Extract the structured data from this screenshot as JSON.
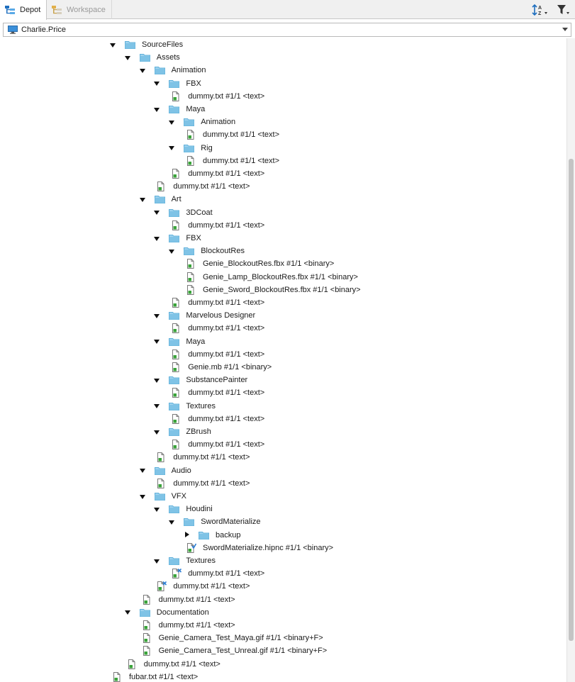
{
  "tabs": [
    {
      "label": "Depot",
      "active": true
    },
    {
      "label": "Workspace",
      "active": false
    }
  ],
  "toolbar": {
    "sort_icon": "sort-az-icon",
    "filter_icon": "filter-icon"
  },
  "workspace_selector": {
    "value": "Charlie.Price"
  },
  "colors": {
    "folder": "#7fc3e6",
    "file_badge": "#3aa33a",
    "checkout": "#2a7dd6"
  },
  "tree": [
    {
      "label": "SourceFiles",
      "level": 0,
      "type": "folder",
      "expand": "open"
    },
    {
      "label": "Assets",
      "level": 1,
      "type": "folder",
      "expand": "open"
    },
    {
      "label": "Animation",
      "level": 2,
      "type": "folder",
      "expand": "open"
    },
    {
      "label": "FBX",
      "level": 3,
      "type": "folder",
      "expand": "open"
    },
    {
      "label": "dummy.txt #1/1 <text>",
      "level": 4,
      "type": "file",
      "status": "normal"
    },
    {
      "label": "Maya",
      "level": 3,
      "type": "folder",
      "expand": "open"
    },
    {
      "label": "Animation",
      "level": 4,
      "type": "folder",
      "expand": "open"
    },
    {
      "label": "dummy.txt #1/1 <text>",
      "level": 5,
      "type": "file",
      "status": "normal"
    },
    {
      "label": "Rig",
      "level": 4,
      "type": "folder",
      "expand": "open"
    },
    {
      "label": "dummy.txt #1/1 <text>",
      "level": 5,
      "type": "file",
      "status": "normal"
    },
    {
      "label": "dummy.txt #1/1 <text>",
      "level": 4,
      "type": "file",
      "status": "normal"
    },
    {
      "label": "dummy.txt #1/1 <text>",
      "level": 3,
      "type": "file",
      "status": "normal"
    },
    {
      "label": "Art",
      "level": 2,
      "type": "folder",
      "expand": "open"
    },
    {
      "label": "3DCoat",
      "level": 3,
      "type": "folder",
      "expand": "open"
    },
    {
      "label": "dummy.txt #1/1 <text>",
      "level": 4,
      "type": "file",
      "status": "normal"
    },
    {
      "label": "FBX",
      "level": 3,
      "type": "folder",
      "expand": "open"
    },
    {
      "label": "BlockoutRes",
      "level": 4,
      "type": "folder",
      "expand": "open"
    },
    {
      "label": "Genie_BlockoutRes.fbx #1/1 <binary>",
      "level": 5,
      "type": "file",
      "status": "normal"
    },
    {
      "label": "Genie_Lamp_BlockoutRes.fbx #1/1 <binary>",
      "level": 5,
      "type": "file",
      "status": "normal"
    },
    {
      "label": "Genie_Sword_BlockoutRes.fbx #1/1 <binary>",
      "level": 5,
      "type": "file",
      "status": "normal"
    },
    {
      "label": "dummy.txt #1/1 <text>",
      "level": 4,
      "type": "file",
      "status": "normal"
    },
    {
      "label": "Marvelous Designer",
      "level": 3,
      "type": "folder",
      "expand": "open"
    },
    {
      "label": "dummy.txt #1/1 <text>",
      "level": 4,
      "type": "file",
      "status": "normal"
    },
    {
      "label": "Maya",
      "level": 3,
      "type": "folder",
      "expand": "open"
    },
    {
      "label": "dummy.txt #1/1 <text>",
      "level": 4,
      "type": "file",
      "status": "normal"
    },
    {
      "label": "Genie.mb #1/1 <binary>",
      "level": 4,
      "type": "file",
      "status": "normal"
    },
    {
      "label": "SubstancePainter",
      "level": 3,
      "type": "folder",
      "expand": "open"
    },
    {
      "label": "dummy.txt #1/1 <text>",
      "level": 4,
      "type": "file",
      "status": "normal"
    },
    {
      "label": "Textures",
      "level": 3,
      "type": "folder",
      "expand": "open"
    },
    {
      "label": "dummy.txt #1/1 <text>",
      "level": 4,
      "type": "file",
      "status": "normal"
    },
    {
      "label": "ZBrush",
      "level": 3,
      "type": "folder",
      "expand": "open"
    },
    {
      "label": "dummy.txt #1/1 <text>",
      "level": 4,
      "type": "file",
      "status": "normal"
    },
    {
      "label": "dummy.txt #1/1 <text>",
      "level": 3,
      "type": "file",
      "status": "normal"
    },
    {
      "label": "Audio",
      "level": 2,
      "type": "folder",
      "expand": "open"
    },
    {
      "label": "dummy.txt #1/1 <text>",
      "level": 3,
      "type": "file",
      "status": "normal"
    },
    {
      "label": "VFX",
      "level": 2,
      "type": "folder",
      "expand": "open"
    },
    {
      "label": "Houdini",
      "level": 3,
      "type": "folder",
      "expand": "open"
    },
    {
      "label": "SwordMaterialize",
      "level": 4,
      "type": "folder",
      "expand": "open"
    },
    {
      "label": "backup",
      "level": 5,
      "type": "folder",
      "expand": "closed"
    },
    {
      "label": "SwordMaterialize.hipnc #1/1 <binary>",
      "level": 5,
      "type": "file",
      "status": "checked-out"
    },
    {
      "label": "Textures",
      "level": 3,
      "type": "folder",
      "expand": "open"
    },
    {
      "label": "dummy.txt #1/1 <text>",
      "level": 4,
      "type": "file",
      "status": "deleted"
    },
    {
      "label": "dummy.txt #1/1 <text>",
      "level": 3,
      "type": "file",
      "status": "deleted"
    },
    {
      "label": "dummy.txt #1/1 <text>",
      "level": 2,
      "type": "file",
      "status": "normal"
    },
    {
      "label": "Documentation",
      "level": 1,
      "type": "folder",
      "expand": "open"
    },
    {
      "label": "dummy.txt #1/1 <text>",
      "level": 2,
      "type": "file",
      "status": "normal"
    },
    {
      "label": "Genie_Camera_Test_Maya.gif #1/1 <binary+F>",
      "level": 2,
      "type": "file",
      "status": "normal"
    },
    {
      "label": "Genie_Camera_Test_Unreal.gif #1/1 <binary+F>",
      "level": 2,
      "type": "file",
      "status": "normal"
    },
    {
      "label": "dummy.txt #1/1 <text>",
      "level": 1,
      "type": "file",
      "status": "normal"
    },
    {
      "label": "fubar.txt #1/1 <text>",
      "level": 0,
      "type": "file",
      "status": "normal"
    }
  ]
}
